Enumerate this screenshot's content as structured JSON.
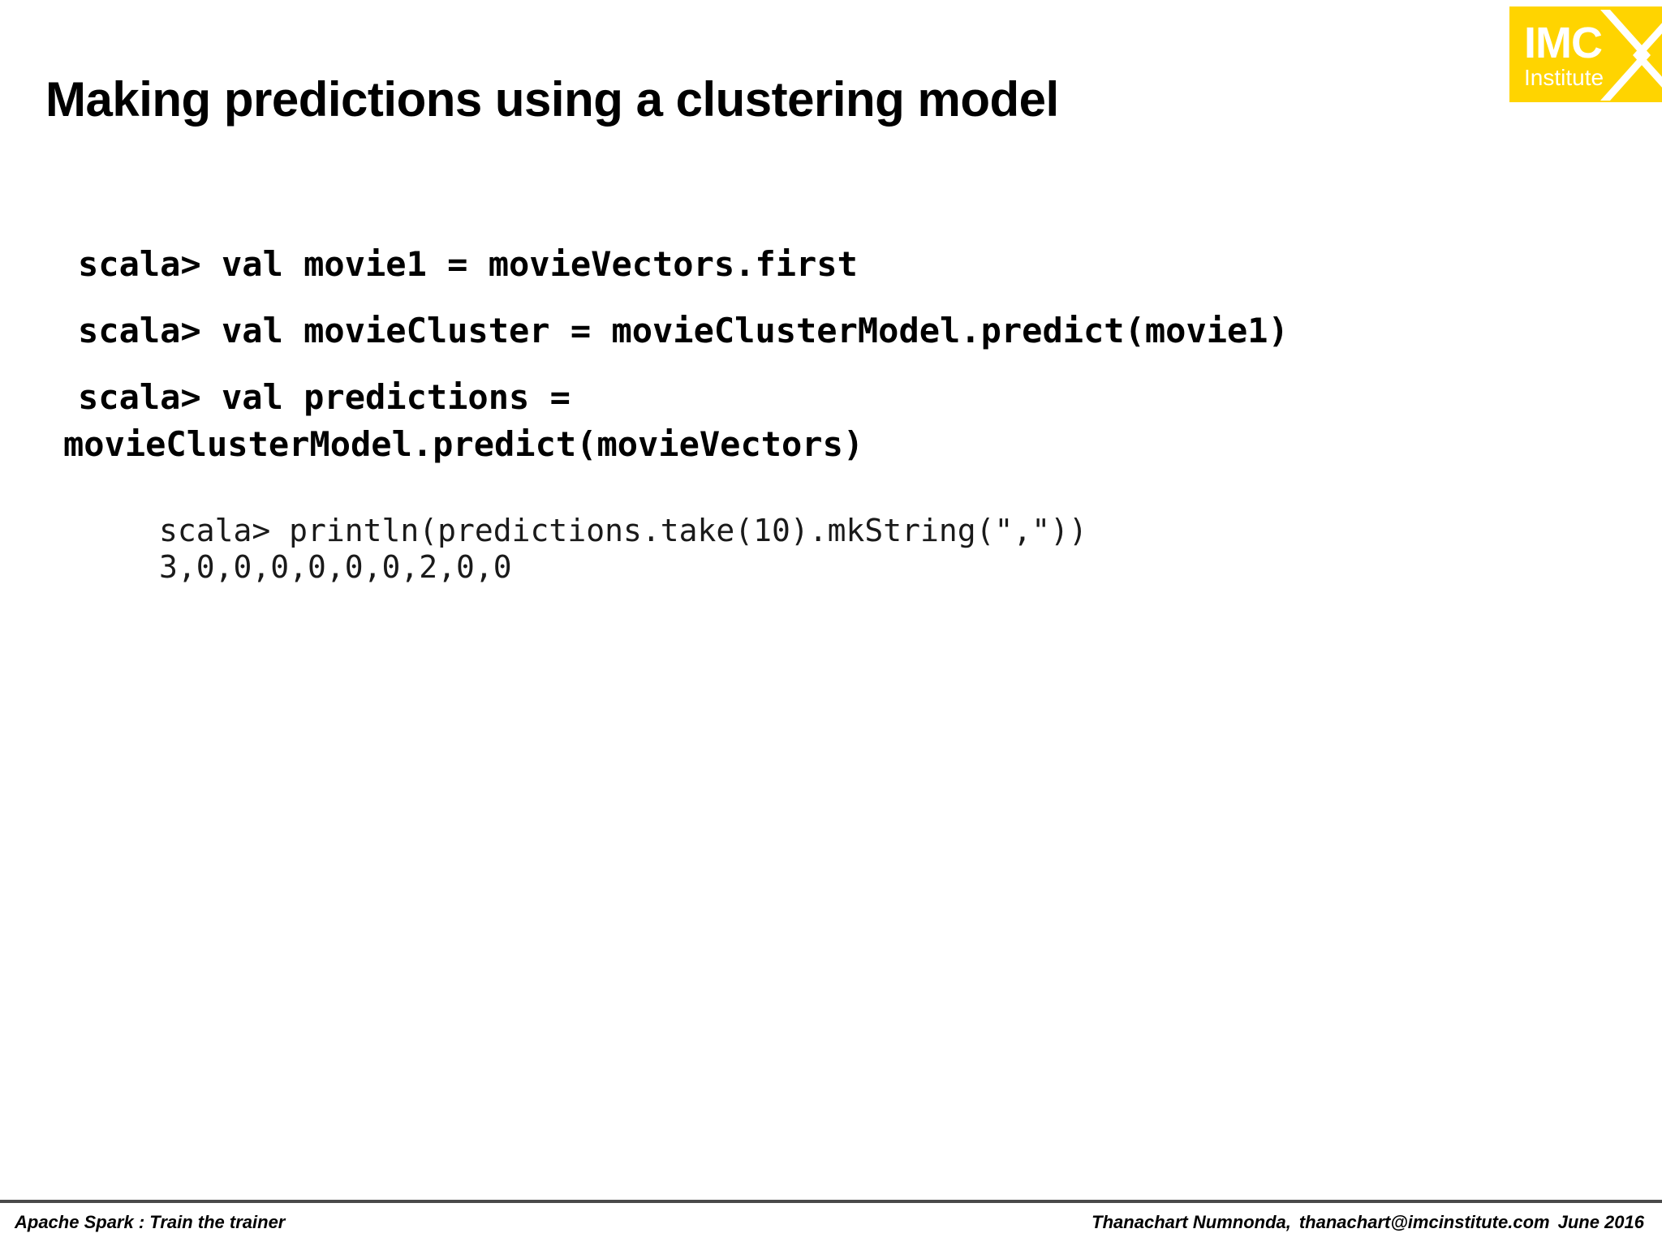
{
  "slide": {
    "title": "Making predictions using a clustering model",
    "background_color": "#ffffff",
    "text_color": "#000000"
  },
  "logo": {
    "name": "imc-institute-logo",
    "primary_text": "IMC",
    "secondary_text": "Institute",
    "background_color": "#FFD400",
    "text_color": "#ffffff",
    "mark": "chevron-icon"
  },
  "code_block": {
    "lines": [
      "scala> val movie1 = movieVectors.first",
      "scala> val movieCluster = movieClusterModel.predict(movie1)",
      "scala> val predictions =",
      "movieClusterModel.predict(movieVectors)"
    ]
  },
  "terminal_block": {
    "command": "scala> println(predictions.take(10).mkString(\",\"))",
    "output": "3,0,0,0,0,0,0,2,0,0"
  },
  "footer": {
    "left": "Apache Spark : Train the trainer",
    "author": "Thanachart Numnonda,",
    "email": "thanachart@imcinstitute.com",
    "date": "June 2016",
    "rule_color": "#4a4a4a"
  }
}
